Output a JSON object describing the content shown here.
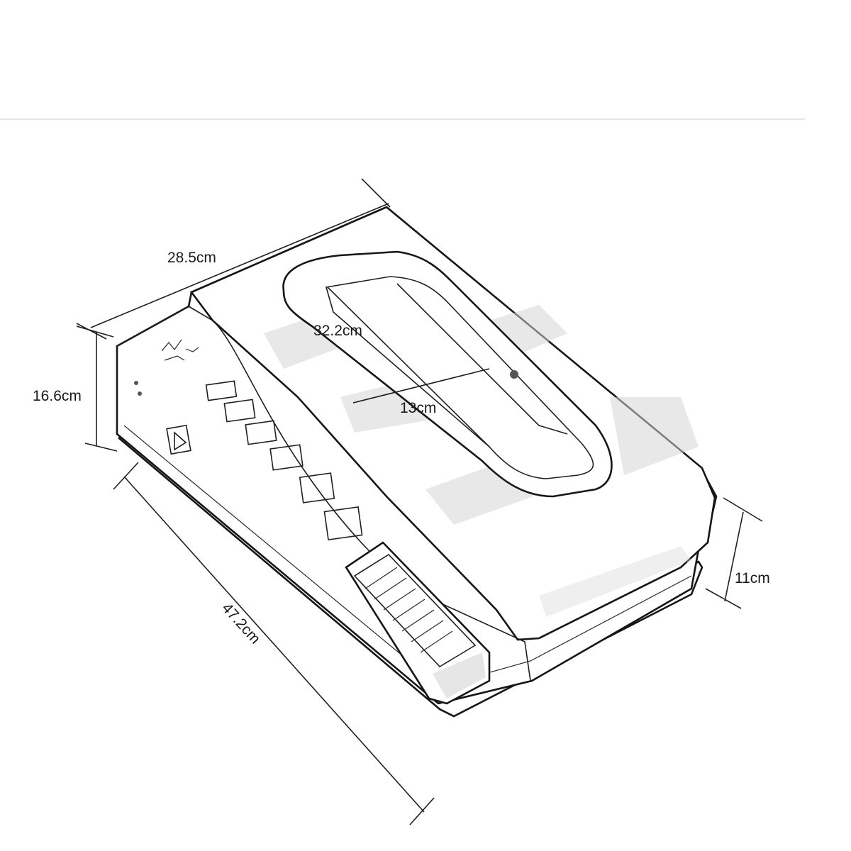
{
  "diagram": {
    "dimensions": {
      "top_width": "28.5cm",
      "height": "16.6cm",
      "length": "47.2cm",
      "front_height": "11cm",
      "opening_length": "32.2cm",
      "opening_width": "13cm"
    },
    "colors": {
      "line": "#1f1f1f",
      "background": "#ffffff",
      "texture": "#d6d6d6"
    }
  }
}
